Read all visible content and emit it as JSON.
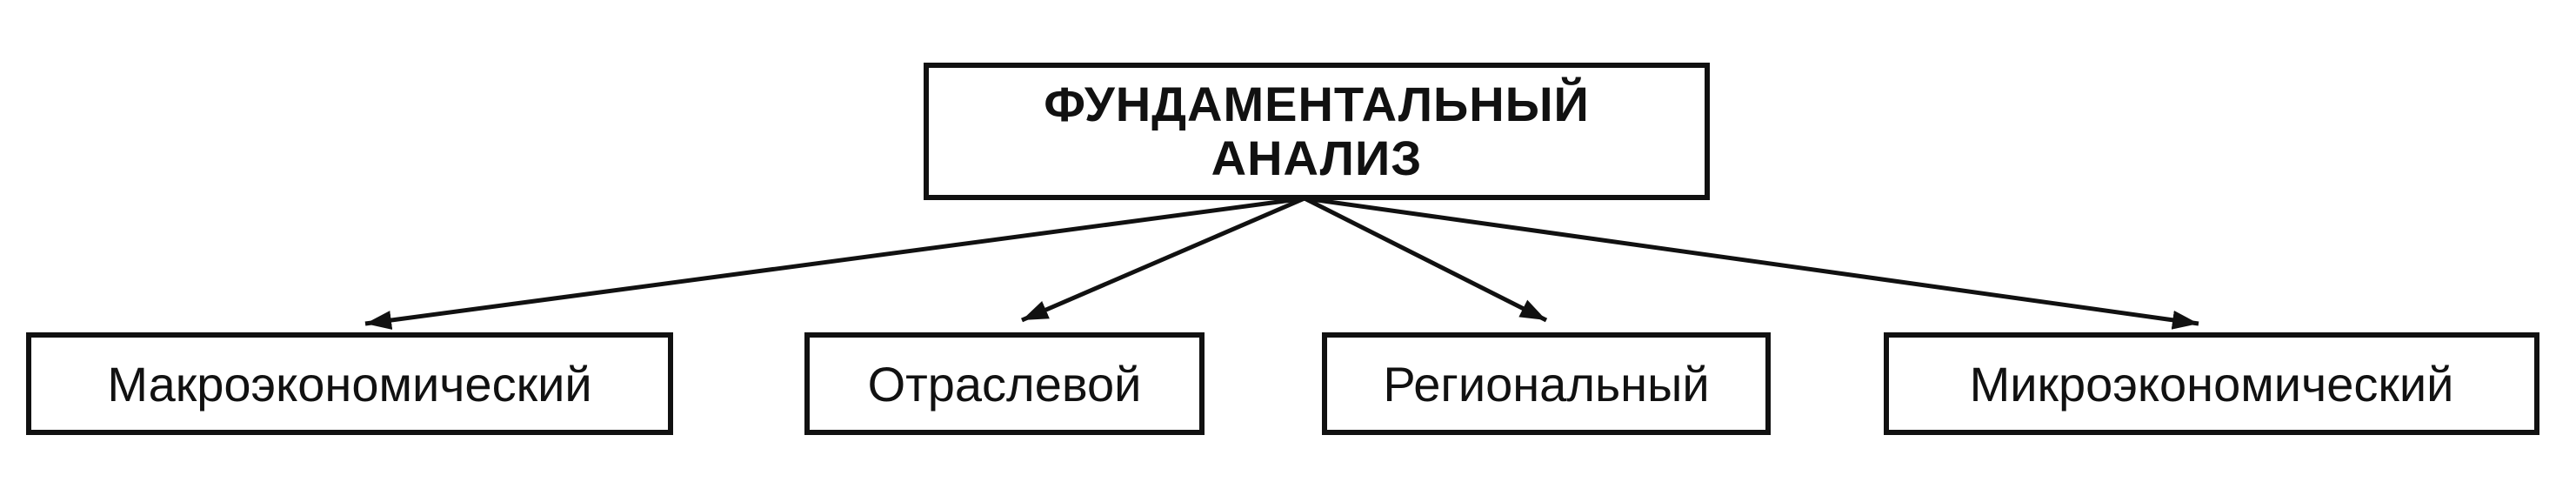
{
  "diagram": {
    "root": {
      "line1": "ФУНДАМЕНТАЛЬНЫЙ",
      "line2": "АНАЛИЗ"
    },
    "children": [
      {
        "label": "Макроэкономический"
      },
      {
        "label": "Отраслевой"
      },
      {
        "label": "Региональный"
      },
      {
        "label": "Микроэкономический"
      }
    ]
  },
  "colors": {
    "line": "#111111",
    "background": "#ffffff"
  }
}
